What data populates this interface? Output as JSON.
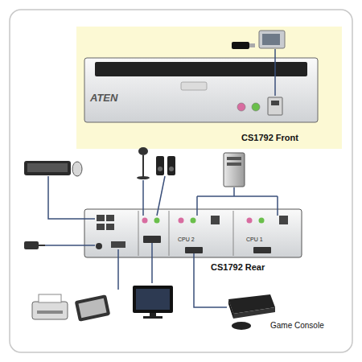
{
  "diagram": {
    "labels": [
      "ATEN",
      "CS1792 Front",
      "CPU 2",
      "CPU 1",
      "CS1792 Rear",
      "Game Console"
    ]
  }
}
